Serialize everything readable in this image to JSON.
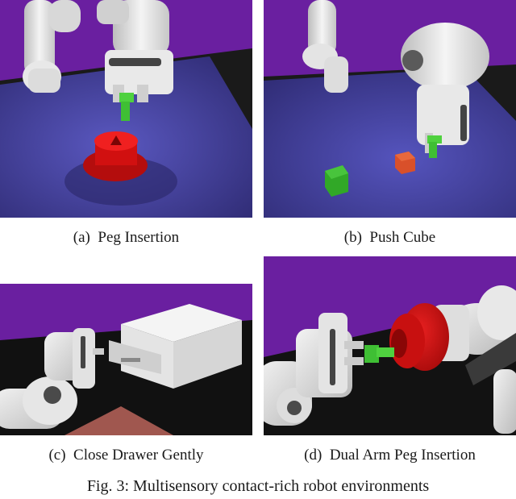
{
  "figure": {
    "caption": "Fig. 3: Multisensory contact-rich robot environments",
    "panels": [
      {
        "label": "(a)  Peg Insertion"
      },
      {
        "label": "(b)  Push Cube"
      },
      {
        "label": "(c)  Close Drawer Gently"
      },
      {
        "label": "(d)  Dual Arm Peg Insertion"
      }
    ]
  },
  "colors": {
    "wall": "#6a1fa0",
    "floor": "#36327e",
    "table_dark": "#1c1c1c",
    "robot": "#e6e6e6",
    "peg_green": "#3fbf34",
    "hole_red": "#d11010",
    "cube_red": "#d9502a",
    "cube_green": "#31a827",
    "drawer": "#ededed",
    "mat_red": "#a0574f"
  }
}
